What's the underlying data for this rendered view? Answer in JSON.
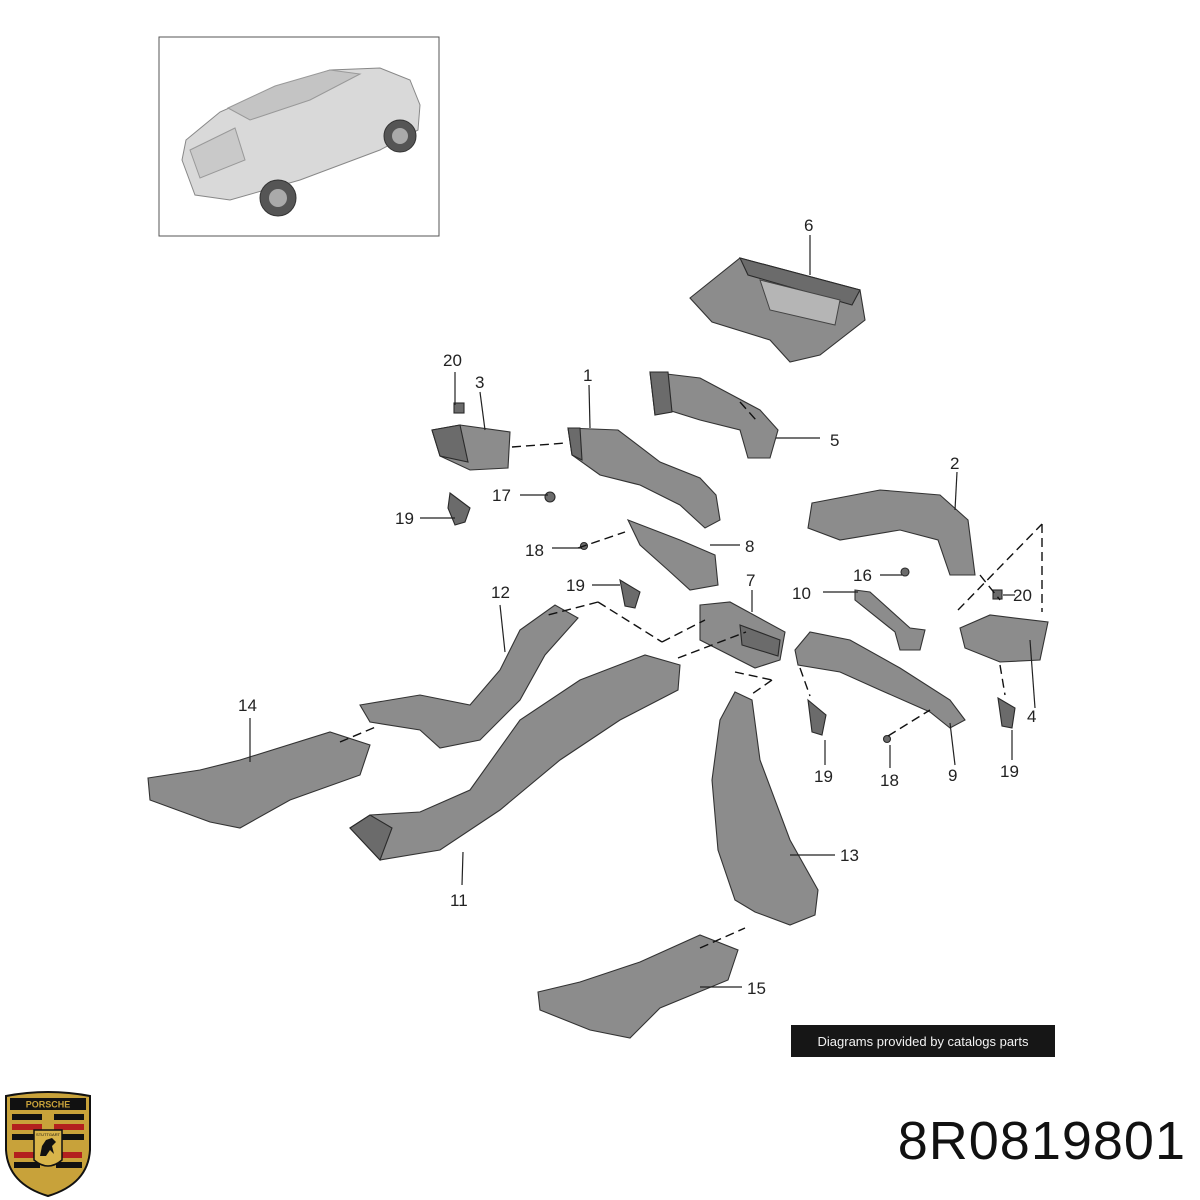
{
  "callouts": {
    "c1": "1",
    "c2": "2",
    "c3": "3",
    "c4": "4",
    "c5": "5",
    "c6": "6",
    "c7": "7",
    "c8": "8",
    "c9": "9",
    "c10": "10",
    "c11": "11",
    "c12": "12",
    "c13": "13",
    "c14": "14",
    "c15": "15",
    "c16": "16",
    "c17": "17",
    "c18a": "18",
    "c18b": "18",
    "c19a": "19",
    "c19b": "19",
    "c19c": "19",
    "c19d": "19",
    "c20a": "20",
    "c20b": "20"
  },
  "credit_text": "Diagrams provided by catalogs parts",
  "part_number": "8R0819801",
  "logo": {
    "brand": "PORSCHE",
    "city": "STUTTGART",
    "colors": [
      "#c8a23a",
      "#b3201e",
      "#111111"
    ]
  }
}
